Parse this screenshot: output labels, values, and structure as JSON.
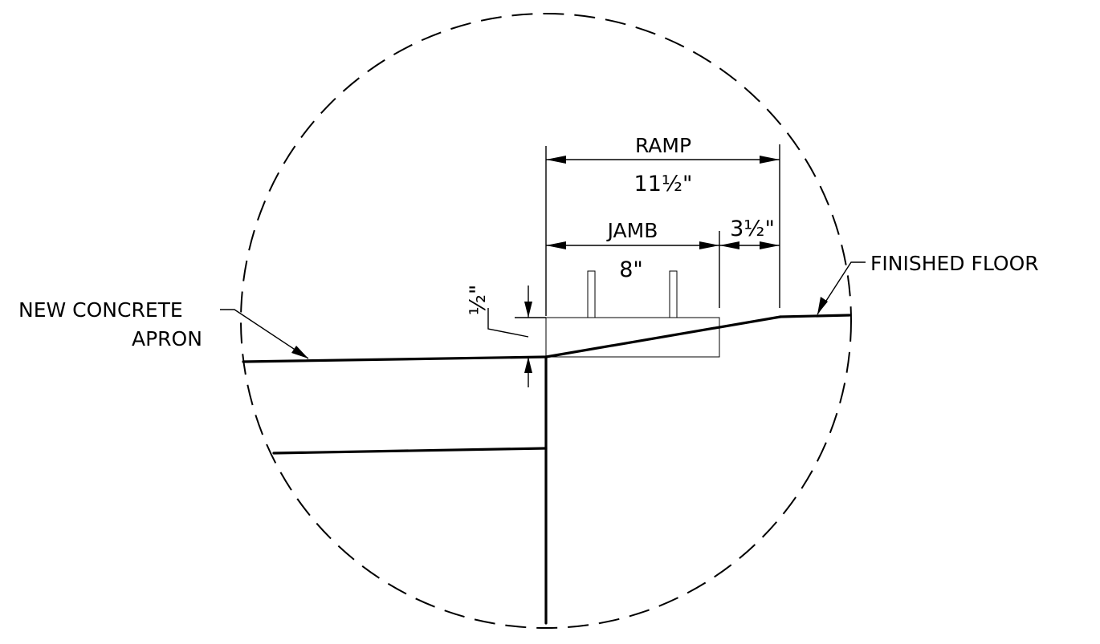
{
  "labels": {
    "ramp": "RAMP",
    "ramp_dim": "11½\"",
    "jamb": "JAMB",
    "jamb_dim": "8\"",
    "side_dim": "3½\"",
    "rise_dim": "½\"",
    "finished_floor": "FINISHED  FLOOR",
    "apron_line1": "NEW  CONCRETE",
    "apron_line2": "APRON"
  },
  "colors": {
    "line": "#000000",
    "background": "#ffffff"
  }
}
